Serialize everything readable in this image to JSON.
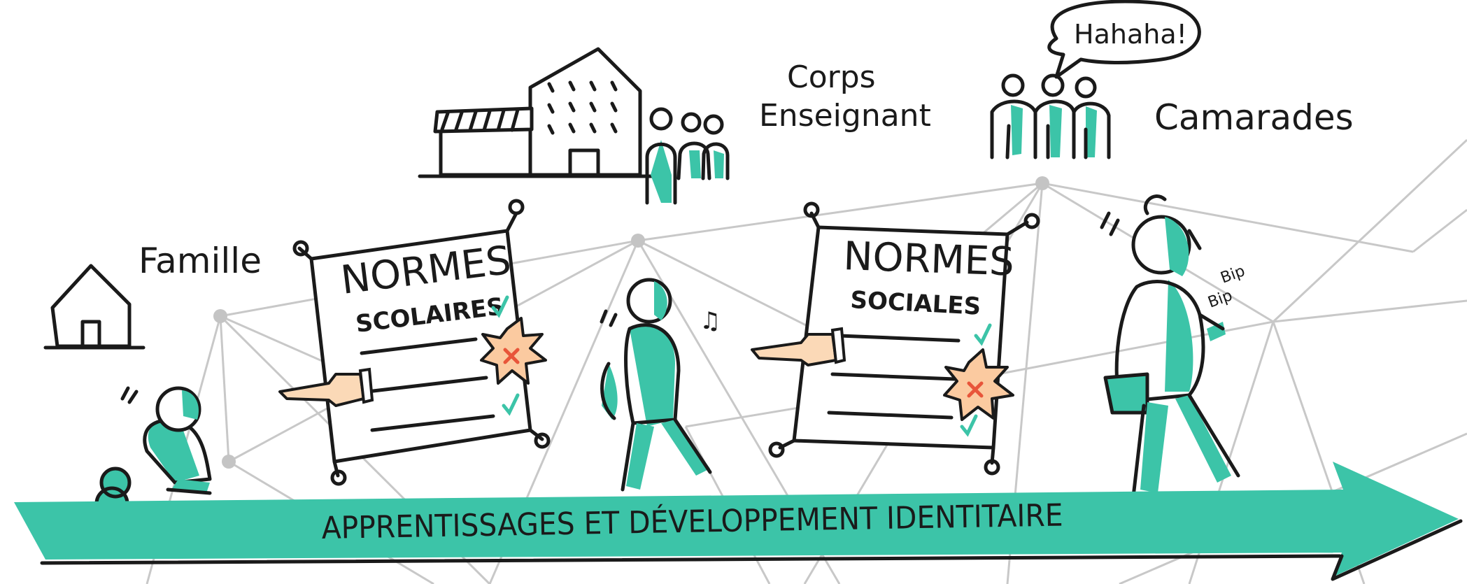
{
  "colors": {
    "accent": "#3cc4a8",
    "ink": "#1a1a1a",
    "network": "#c8c8c8",
    "hand_skin": "#fbd9b7",
    "burst": "#fbcaa0",
    "cross": "#e8553a"
  },
  "labels": {
    "famille": "Famille",
    "corps_line1": "Corps",
    "corps_line2": "Enseignant",
    "camarades": "Camarades",
    "speech": "Hahaha!",
    "bip1": "Bip",
    "bip2": "Bip",
    "note": "♫"
  },
  "boards": [
    {
      "title": "NORMES",
      "subtitle": "SCOLAIRES"
    },
    {
      "title": "NORMES",
      "subtitle": "SOCIALES"
    }
  ],
  "arrow": {
    "text": "APPRENTISSAGES   ET DÉVELOPPEMENT IDENTITAIRE"
  }
}
